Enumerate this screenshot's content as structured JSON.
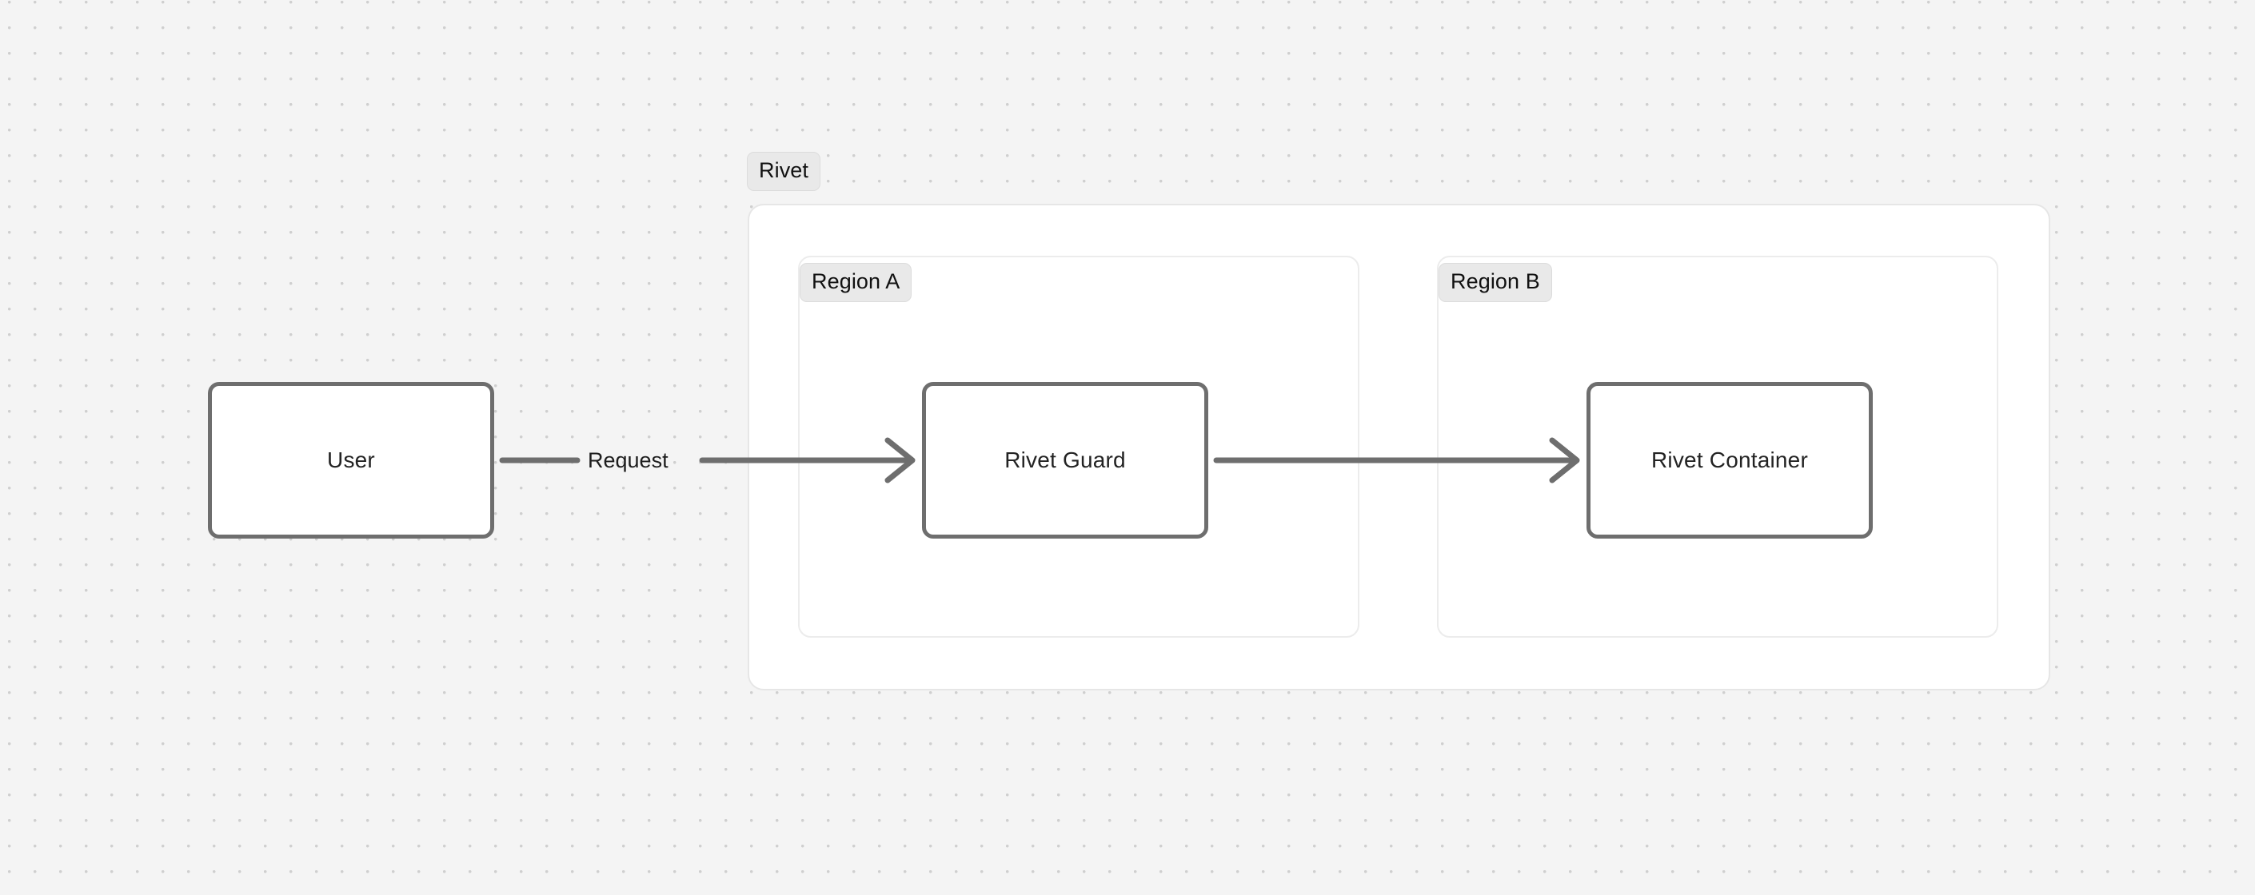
{
  "diagram": {
    "type": "flow-diagram",
    "background_color": "#f4f4f4",
    "dot_grid_color": "#cfcfcf",
    "node_border_color": "#6e6e6e",
    "edge_color": "#6e6e6e",
    "group_border_color": "#e6e6e6",
    "badge_background_color": "#e9e9e9",
    "groups": [
      {
        "id": "rivet",
        "label": "Rivet",
        "children": [
          "region-a",
          "region-b"
        ]
      },
      {
        "id": "region-a",
        "label": "Region A",
        "children": [
          "rivet-guard"
        ]
      },
      {
        "id": "region-b",
        "label": "Region B",
        "children": [
          "rivet-container"
        ]
      }
    ],
    "nodes": [
      {
        "id": "user",
        "label": "User",
        "group": null
      },
      {
        "id": "rivet-guard",
        "label": "Rivet Guard",
        "group": "region-a"
      },
      {
        "id": "rivet-container",
        "label": "Rivet Container",
        "group": "region-b"
      }
    ],
    "edges": [
      {
        "id": "edge-user-guard",
        "from": "user",
        "to": "rivet-guard",
        "label": "Request",
        "arrowhead": "open-chevron"
      },
      {
        "id": "edge-guard-container",
        "from": "rivet-guard",
        "to": "rivet-container",
        "label": "",
        "arrowhead": "open-chevron"
      }
    ]
  }
}
